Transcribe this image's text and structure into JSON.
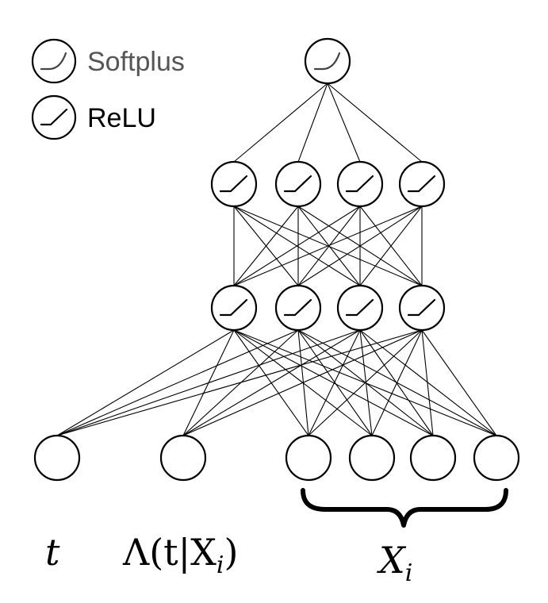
{
  "legend": {
    "softplus_label": "Softplus",
    "relu_label": "ReLU",
    "softplus_color": "#555555",
    "relu_color": "#000000"
  },
  "network": {
    "output_activation": "softplus",
    "hidden_activation": "relu",
    "hidden_layers": 2,
    "hidden_units_per_layer": 4,
    "input_count": 6,
    "output_count": 1
  },
  "labels": {
    "t": "t",
    "lambda": "Λ(t|X",
    "lambda_subscript": "i",
    "lambda_close": ")",
    "x_main": "X",
    "x_subscript": "i"
  }
}
